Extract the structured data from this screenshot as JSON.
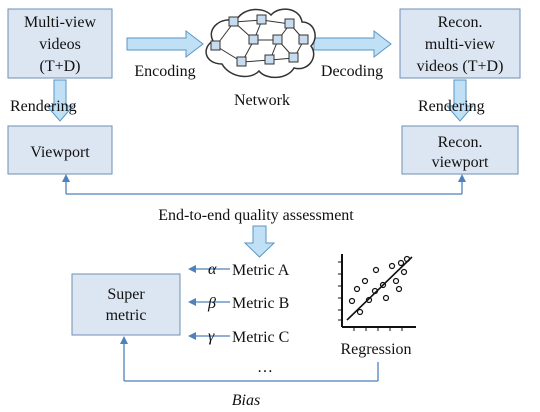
{
  "colors": {
    "box_fill": "#dce6f2",
    "box_stroke": "#6f8fb6",
    "arrow_fill": "#bfe0f5",
    "arrow_stroke": "#5a96c6",
    "line": "#4f81bd",
    "cloud_stroke": "#333333",
    "node_fill": "#c9dcef"
  },
  "boxes": {
    "source": [
      "Multi-view",
      "videos",
      "(T+D)"
    ],
    "recon_source": [
      "Recon.",
      "multi-view",
      "videos (T+D)"
    ],
    "viewport": "Viewport",
    "recon_viewport": [
      "Recon.",
      "viewport"
    ],
    "super_metric": [
      "Super",
      "metric"
    ]
  },
  "labels": {
    "encoding": "Encoding",
    "decoding": "Decoding",
    "network": "Network",
    "rendering_left": "Rendering",
    "rendering_right": "Rendering",
    "assessment": "End-to-end quality assessment",
    "regression": "Regression",
    "bias": "Bias",
    "ellipsis": "…"
  },
  "metrics": [
    {
      "weight": "α",
      "name": "Metric A"
    },
    {
      "weight": "β",
      "name": "Metric B"
    },
    {
      "weight": "γ",
      "name": "Metric C"
    }
  ]
}
